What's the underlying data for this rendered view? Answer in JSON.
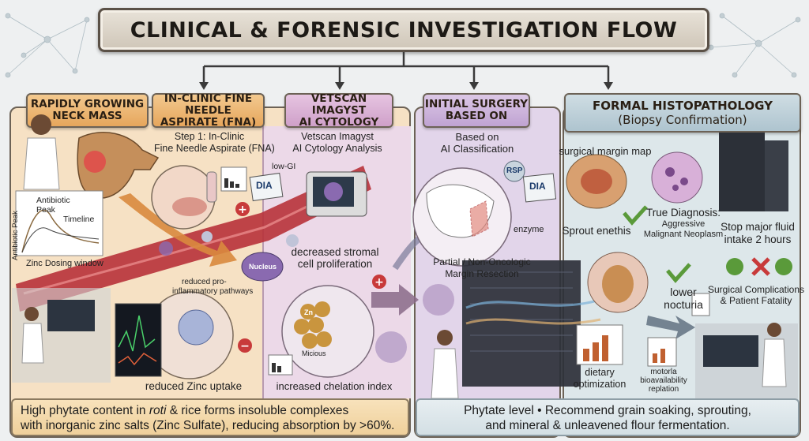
{
  "title": "CLINICAL & FORENSIC INVESTIGATION FLOW",
  "colors": {
    "orange_panel": "#f6e1c4",
    "purple_panel": "#eddbe8",
    "lilac_panel": "#e4d7ea",
    "blue_panel": "#dde7ea",
    "vessel": "#b8323a",
    "arrow": "#7a5a4a"
  },
  "headers": {
    "neck_mass": [
      "RAPIDLY GROWING",
      "NECK MASS"
    ],
    "fna": [
      "IN-CLINIC FINE NEEDLE",
      "ASPIRATE (FNA)"
    ],
    "vetscan": [
      "VETSCAN IMAGYST",
      "AI CYTOLOGY"
    ],
    "initial_surgery": [
      "INITIAL SURGERY",
      "BASED ON"
    ],
    "histopathology": [
      "FORMAL HISTOPATHOLOGY",
      "(Biopsy Confirmation)"
    ]
  },
  "labels": {
    "fna_step": [
      "Step 1: In-Clinic",
      "Fine Needle Aspirate (FNA)"
    ],
    "vetscan_analysis": [
      "Vetscan Imagyst",
      "AI Cytology Analysis"
    ],
    "low_gi": "low-GI",
    "dia1": "DIA",
    "dia2": "DIA",
    "antibiotic_peak_axis": "Antibiotic Peak",
    "antibiotic_peak": [
      "Antibiotic",
      "Peak"
    ],
    "timeline": "Timeline",
    "zinc_window": "Zinc Dosing window",
    "nucleus": "Nucleus",
    "reduced_pathways": [
      "reduced pro-",
      "inflammatory pathways"
    ],
    "decreased_stromal": [
      "decreased stromal",
      "cell proliferation"
    ],
    "zn": "Zn",
    "micious": "Micious",
    "reduced_zinc": "reduced Zinc uptake",
    "chelation": "increased chelation index",
    "based_on_ai": [
      "Based on",
      "AI Classification"
    ],
    "rsp": "RSP",
    "enzyme": "enzyme",
    "partial_margin": [
      "Partial / Non-Oncologic",
      "Margin Resection"
    ],
    "surgical_margin": "surgical margin map",
    "sprout": "Sprout enethis",
    "true_diagnosis": [
      "True Diagnosis:",
      "Aggressive",
      "Malignant Neoplasm"
    ],
    "stop_fluid": [
      "Stop major fluid",
      "intake 2 hours"
    ],
    "lower_nocturia": [
      "lower",
      "nocturia"
    ],
    "complications": [
      "Surgical Complications",
      "& Patient Fatality"
    ],
    "dietary": [
      "dietary",
      "optimization"
    ],
    "motorla": [
      "motorla",
      "bioavailability",
      "replation"
    ]
  },
  "bottom_left": {
    "line1_pre": "High phytate content in ",
    "line1_em": "roti",
    "line1_post": " & rice forms insoluble complexes",
    "line2": "with inorganic zinc salts (Zinc Sulfate), reducing absorption by >60%."
  },
  "bottom_right": [
    "Phytate level • Recommend grain soaking, sprouting,",
    "and mineral & unleavened flour fermentation."
  ]
}
